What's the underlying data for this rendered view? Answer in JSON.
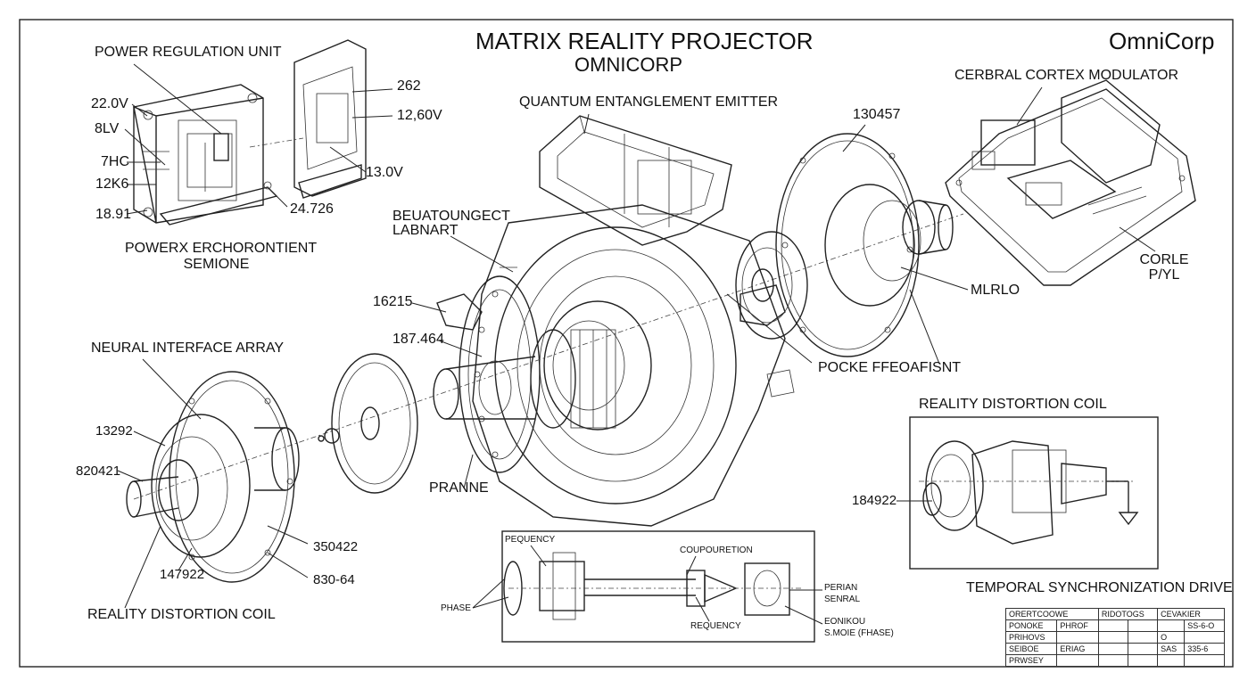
{
  "title": {
    "main": "MATRIX REALITY PROJECTOR",
    "sub": "OMNICORP",
    "brand": "OmniCorp"
  },
  "labels": {
    "power_regulation_unit": "POWER REGULATION UNIT",
    "v220": "22.0V",
    "lv8": "8LV",
    "thc": "7HC",
    "k12": "12K6",
    "n1891": "18.91",
    "n262": "262",
    "v1260": "12,60V",
    "v130": "13.0V",
    "n24726": "24.726",
    "powerx_1": "POWERX ERCHORONTIENT",
    "powerx_2": "SEMIONE",
    "quantum_emitter": "QUANTUM ENTANGLEMENT EMITTER",
    "beuatoungect_1": "BEUATOUNGECT",
    "beuatoungect_2": "LABNART",
    "n130457": "130457",
    "cortex_modulator": "CERBRAL CORTEX MODULATOR",
    "corle_1": "CORLE",
    "corle_2": "P/YL",
    "mlrlo": "MLRLO",
    "n16215": "16215",
    "n187464": "187.464",
    "neural_array": "NEURAL INTERFACE ARRAY",
    "pocke": "POCKE FFEOAFISNT",
    "reality_coil_right": "REALITY DISTORTION COIL",
    "n13292": "13292",
    "n820421": "820421",
    "n184922": "184922",
    "pranne": "PRANNE",
    "n350422": "350422",
    "n147922": "147922",
    "n83064": "830-64",
    "reality_coil_left": "REALITY DISTORTION COIL",
    "pequency": "PEQUENCY",
    "coupling": "COUPOURETION",
    "phase": "PHASE",
    "requency": "REQUENCY",
    "perian_1": "PERIAN",
    "perian_2": "SENRAL",
    "eonikou_1": "EONIKOU",
    "eonikou_2": "S.MOIE (FHASE)",
    "temporal_drive": "TEMPORAL SYNCHRONIZATION DRIVE"
  },
  "title_block": {
    "row1": [
      "ORERTCOOWE",
      "RIDOTOGS",
      "CEVAKIER"
    ],
    "row2": [
      "PONOKE",
      "PHROF",
      "",
      "",
      "",
      "SS-6-O"
    ],
    "row3": [
      "PRIHOVS",
      "",
      "",
      "",
      "O",
      ""
    ],
    "row4": [
      "SEIBOE",
      "ERIAG",
      "",
      "",
      "SAS",
      "335-6"
    ],
    "row5": [
      "PRWSEY",
      "",
      "",
      "",
      "",
      ""
    ]
  }
}
